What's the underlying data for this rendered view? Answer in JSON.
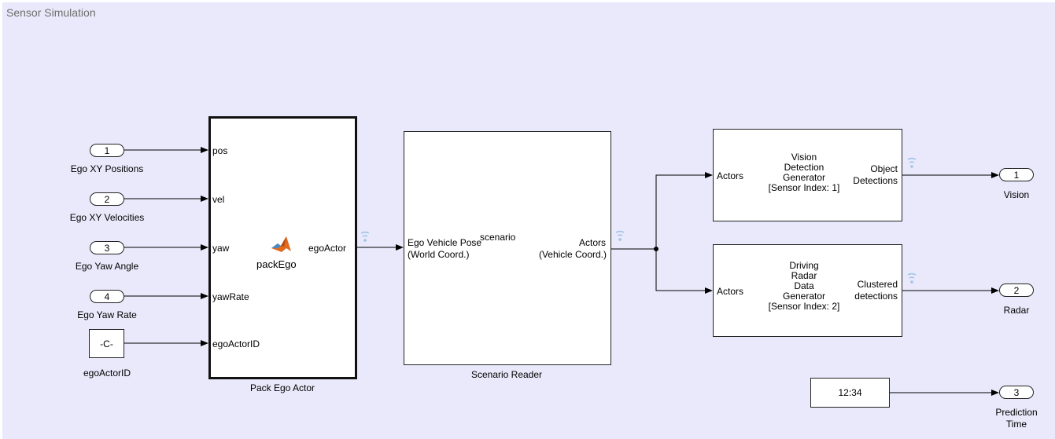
{
  "subsystem_title": "Sensor Simulation",
  "inports": [
    {
      "number": "1",
      "name": "Ego XY Positions"
    },
    {
      "number": "2",
      "name": "Ego XY Velocities"
    },
    {
      "number": "3",
      "name": "Ego Yaw Angle"
    },
    {
      "number": "4",
      "name": "Ego Yaw Rate"
    }
  ],
  "constant": {
    "value": "-C-",
    "name": "egoActorID"
  },
  "pack_ego": {
    "name": "Pack Ego Actor",
    "function_name": "packEgo",
    "inputs": [
      "pos",
      "vel",
      "yaw",
      "yawRate",
      "egoActorID"
    ],
    "output": "egoActor"
  },
  "scenario_reader": {
    "name": "Scenario Reader",
    "center_label": "scenario",
    "input_line1": "Ego Vehicle Pose",
    "input_line2": "(World Coord.)",
    "output_line1": "Actors",
    "output_line2": "(Vehicle Coord.)"
  },
  "vision_block": {
    "input": "Actors",
    "center_lines": [
      "Vision",
      "Detection",
      "Generator",
      "[Sensor Index: 1]"
    ],
    "output_line1": "Object",
    "output_line2": "Detections"
  },
  "radar_block": {
    "input": "Actors",
    "center_lines": [
      "Driving",
      "Radar",
      "Data",
      "Generator",
      "[Sensor Index: 2]"
    ],
    "output_line1": "Clustered",
    "output_line2": "detections"
  },
  "clock": {
    "value": "12:34"
  },
  "outports": [
    {
      "number": "1",
      "name": "Vision"
    },
    {
      "number": "2",
      "name": "Radar"
    },
    {
      "number": "3",
      "name_line1": "Prediction",
      "name_line2": "Time"
    }
  ],
  "colors": {
    "canvas": "#e9e9fb",
    "signal_icon": "#9ec3e6",
    "matlab_orange": "#e16a1d"
  }
}
